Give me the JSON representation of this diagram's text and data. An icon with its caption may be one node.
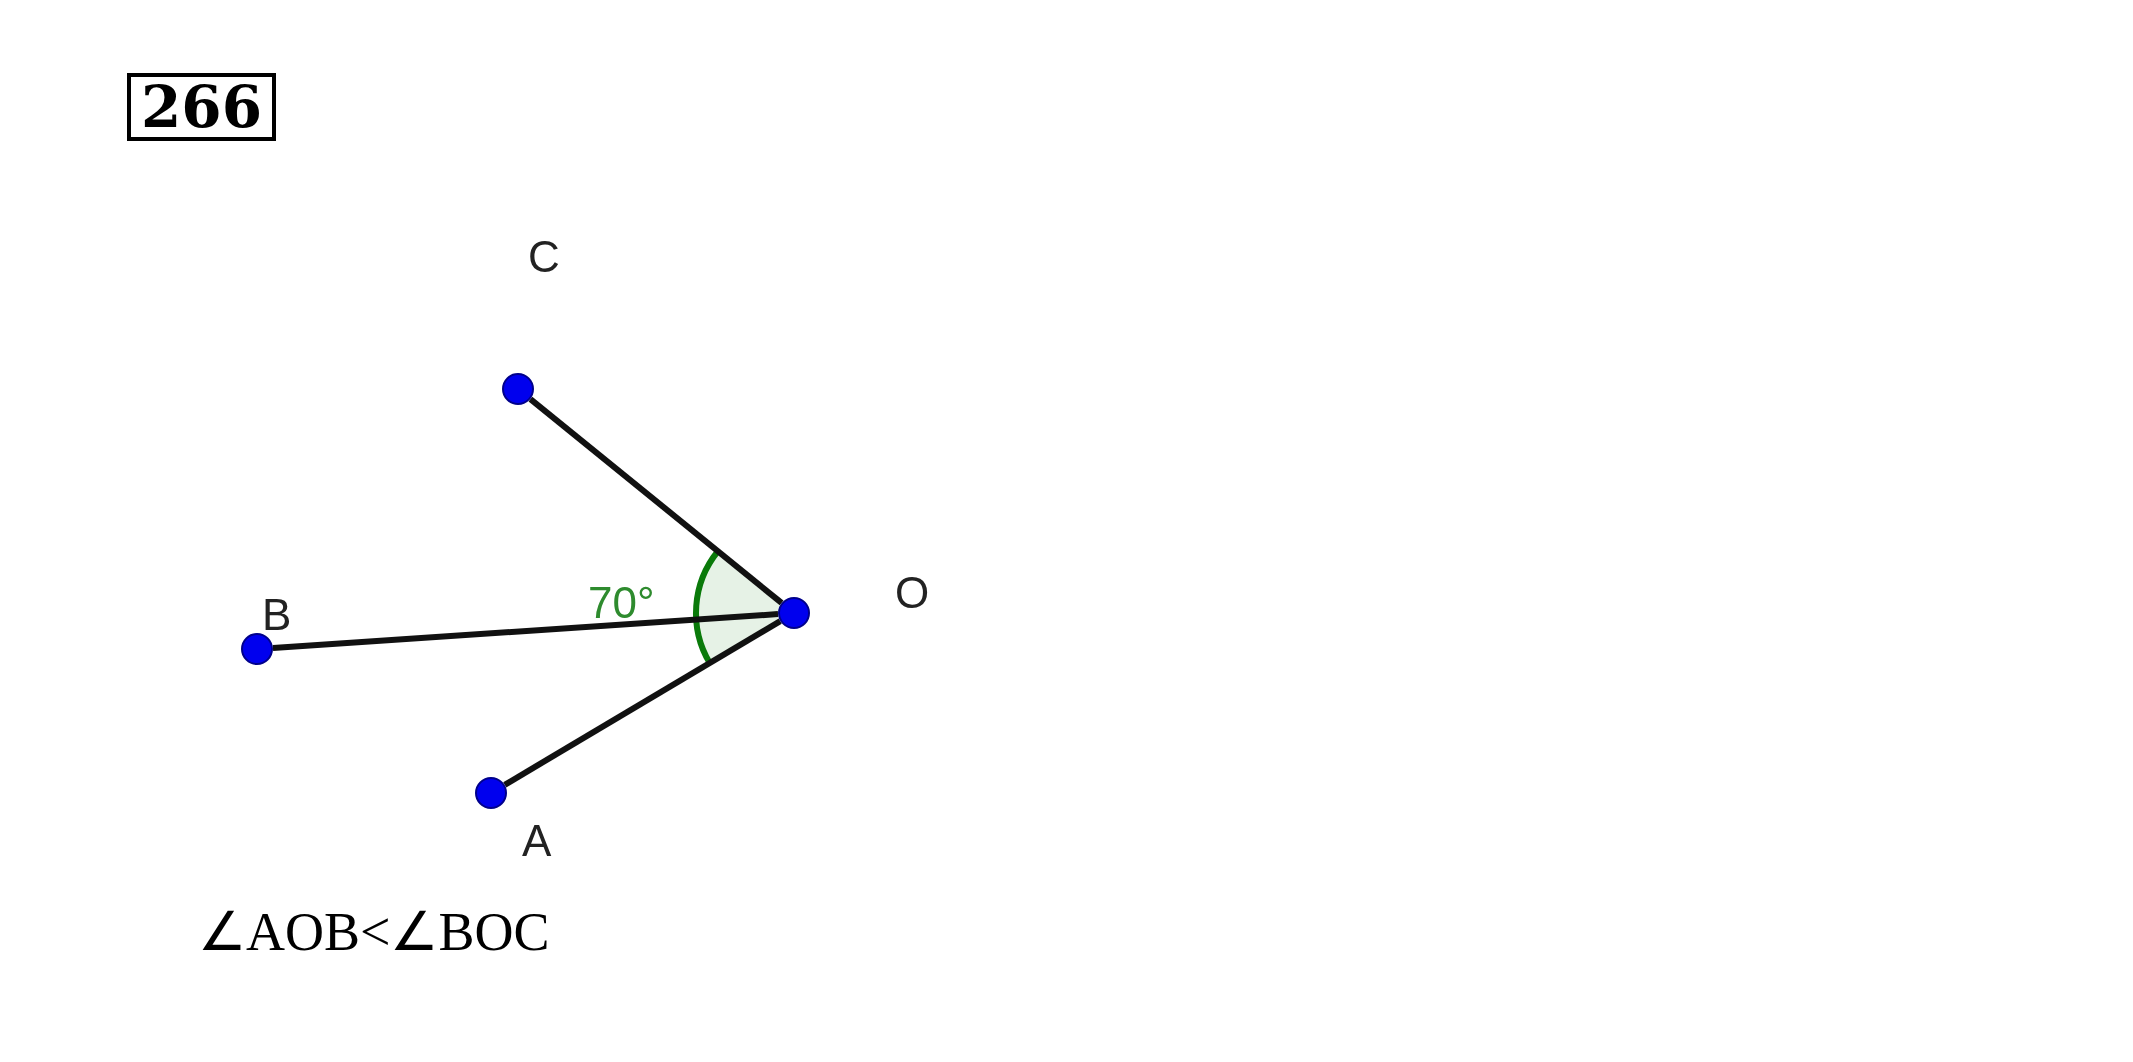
{
  "diagram": {
    "title": "266",
    "caption": "∠AOB<∠BOC",
    "nodes": [
      {
        "text": [],
        "shape": "circle"
      },
      {
        "text": [],
        "shape": "circle"
      },
      {
        "text": [],
        "shape": "circle"
      },
      {
        "text": [],
        "shape": "circle"
      }
    ],
    "edges": [
      {
        "from": 3,
        "to": 2,
        "arrow": "none"
      },
      {
        "from": 3,
        "to": 0,
        "arrow": "none"
      },
      {
        "from": 3,
        "to": 1,
        "arrow": "none"
      }
    ],
    "labels": [
      "C",
      "O",
      "70°",
      "B",
      "A"
    ]
  }
}
